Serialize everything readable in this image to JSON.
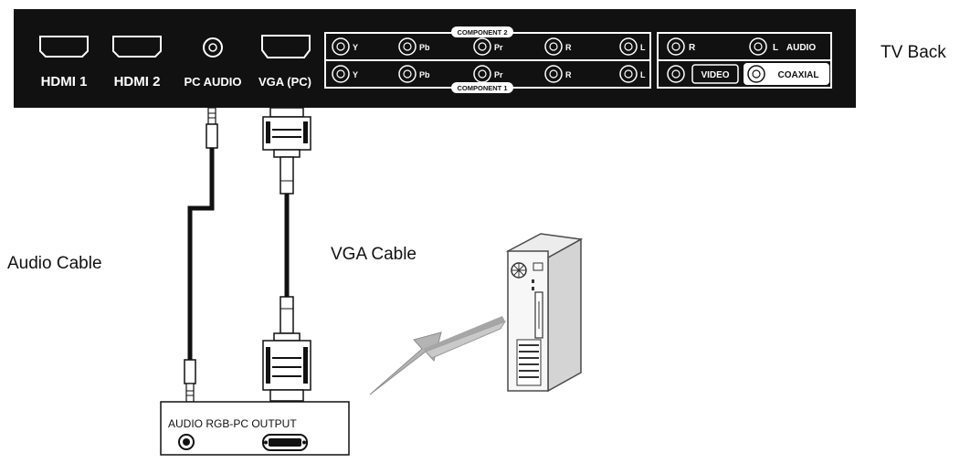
{
  "tv": {
    "caption": "TV Back",
    "hdmi1_label": "HDMI 1",
    "hdmi2_label": "HDMI 2",
    "pc_audio_label": "PC AUDIO",
    "vga_label": "VGA (PC)",
    "component_top_title": "COMPONENT 2",
    "component_bottom_title": "COMPONENT 1",
    "component_row_top": [
      "Y",
      "Pb",
      "Pr",
      "R",
      "L"
    ],
    "component_row_bottom": [
      "Y",
      "Pb",
      "Pr",
      "R",
      "L"
    ],
    "audio_right_label": "R",
    "audio_left_label": "L",
    "audio_group_label": "AUDIO",
    "video_label": "VIDEO",
    "coaxial_label": "COAXIAL"
  },
  "cables": {
    "audio_caption": "Audio Cable",
    "vga_caption": "VGA Cable"
  },
  "pc_panel": {
    "label": "AUDIO RGB-PC OUTPUT"
  }
}
